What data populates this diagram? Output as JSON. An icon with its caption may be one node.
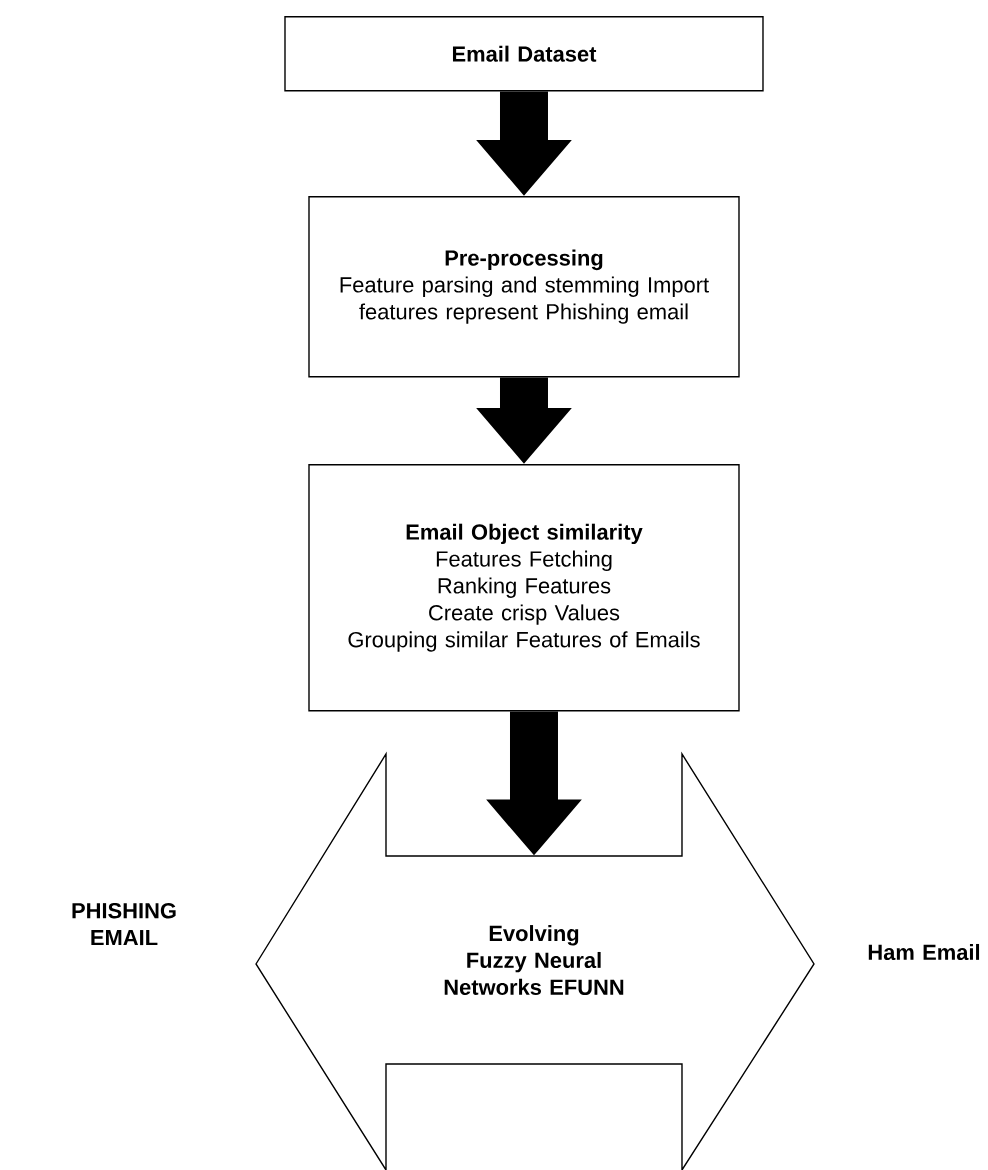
{
  "diagram": {
    "nodes": [
      {
        "text": [
          "Email Dataset"
        ]
      },
      {
        "text": [
          "Pre-processing",
          "Feature parsing and stemming Import features represent Phishing email"
        ]
      },
      {
        "text": [
          "Email Object similarity",
          "Features Fetching",
          "Ranking Features",
          "Create crisp Values",
          "Grouping similar Features of Emails"
        ]
      },
      {
        "text": [
          "Evolving Fuzzy Neural Networks EFUNN"
        ]
      }
    ],
    "edges": [
      {
        "from": 0,
        "to": 1,
        "arrow": "to"
      },
      {
        "from": 1,
        "to": 2,
        "arrow": "to"
      },
      {
        "from": 2,
        "to": 3,
        "arrow": "to"
      }
    ],
    "labels": [
      "PHISHING EMAIL",
      "Ham Email"
    ]
  }
}
